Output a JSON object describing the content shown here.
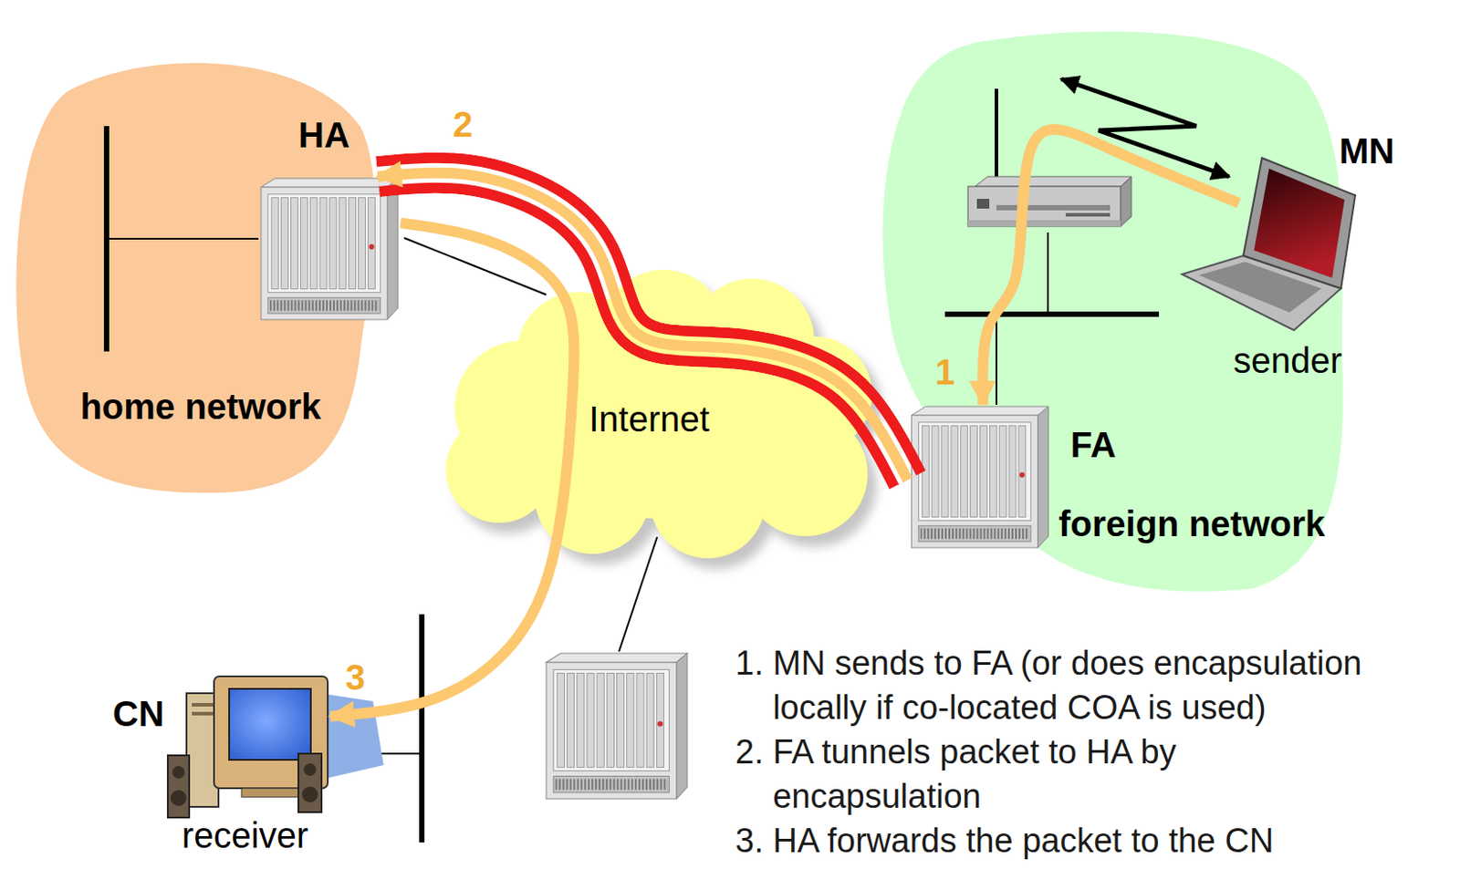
{
  "diagram": {
    "nodes": [
      {
        "text": [
          "home network"
        ]
      },
      {
        "text": [
          "HA"
        ],
        "in": 0
      },
      {
        "text": [
          "Internet"
        ]
      },
      {
        "text": [
          "foreign network"
        ]
      },
      {
        "text": [
          "MN",
          "sender"
        ],
        "in": 3
      },
      {
        "text": [
          "FA"
        ],
        "in": 3
      },
      {
        "text": [
          "CN",
          "receiver"
        ]
      }
    ],
    "edges": [
      {
        "from": 4,
        "to": 5,
        "arrow": "to",
        "label": "1"
      },
      {
        "from": 5,
        "to": 1,
        "arrow": "to",
        "label": "2"
      },
      {
        "from": 1,
        "to": 6,
        "arrow": "to",
        "label": "3"
      }
    ],
    "labels": [
      "1. MN sends to FA (or does encapsulation locally if co-located COA is used)",
      "2. FA tunnels packet to HA by encapsulation",
      "3. HA forwards the packet to the CN"
    ]
  }
}
